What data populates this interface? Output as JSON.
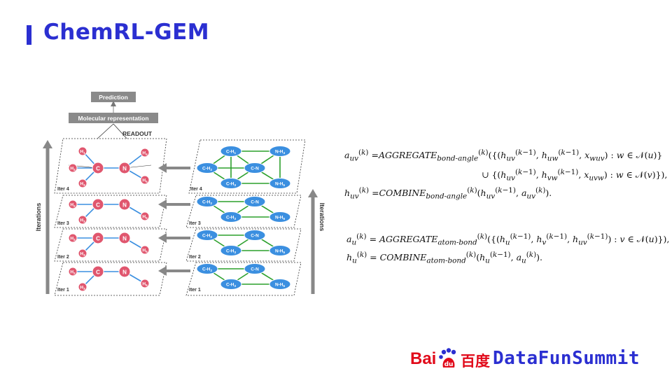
{
  "slide": {
    "title": "ChemRL-GEM"
  },
  "diagram": {
    "prediction_label": "Prediction",
    "mol_rep_label": "Molecular representation",
    "readout_label": "READOUT",
    "iterations_label": "Iterations",
    "atom_iters": [
      "Iter 4",
      "Iter 3",
      "Iter 2",
      "Iter 1"
    ],
    "bond_iters": [
      "Iter 4",
      "Iter 3",
      "Iter 2",
      "Iter 1"
    ],
    "atom_labels": {
      "c": "C",
      "n": "N",
      "h1": "H1",
      "h2": "H2",
      "h3": "H3",
      "h4": "H4",
      "h5": "H5"
    },
    "bond_labels": {
      "ch1": "C-H1",
      "ch2": "C-H2",
      "ch3": "C-H3",
      "cn": "C-N",
      "nh4": "N-H4",
      "nh5": "N-H5"
    },
    "colors": {
      "atom": "#e0566e",
      "bond": "#3b8fe0",
      "edge_atom": "#3b8fe0",
      "edge_bond": "#2ca02c",
      "label_box": "#8a8a8a"
    }
  },
  "equations": {
    "bond_angle_aggregate": "a_uv^(k) = AGGREGATE_bond-angle^(k)({(h_uv^(k-1), h_uw^(k-1), x_wuv) : w ∈ N(u)} ∪ {(h_uv^(k-1), h_vw^(k-1), x_uvw) : w ∈ N(v)})",
    "bond_angle_combine": "h_uv^(k) = COMBINE_bond-angle^(k)(h_uv^(k-1), a_uv^(k))",
    "atom_bond_aggregate": "a_u^(k) = AGGREGATE_atom-bond^(k)({(h_u^(k-1), h_v^(k-1), h_uv^(k-1)) : v ∈ N(u)})",
    "atom_bond_combine": "h_u^(k) = COMBINE_atom-bond^(k)(h_u^(k-1), a_u^(k))"
  },
  "logo": {
    "bai": "Bai",
    "cn": "百度",
    "brand": "DataFunSummit"
  }
}
